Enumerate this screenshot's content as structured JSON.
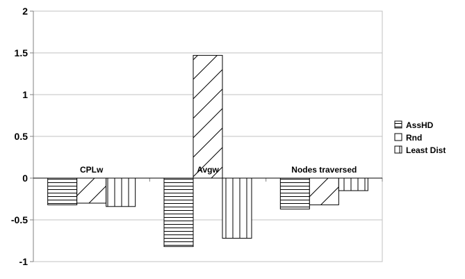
{
  "chart_data": {
    "type": "bar",
    "categories": [
      "CPLw",
      "Avgw",
      "Nodes traversed"
    ],
    "series": [
      {
        "name": "AssHD",
        "values": [
          -0.32,
          -0.82,
          -0.37
        ],
        "pattern": "horizontal"
      },
      {
        "name": "Rnd",
        "values": [
          -0.3,
          1.47,
          -0.32
        ],
        "pattern": "diagonal"
      },
      {
        "name": "Least Dist",
        "values": [
          -0.34,
          -0.72,
          -0.15
        ],
        "pattern": "vertical"
      }
    ],
    "ylim": [
      -1,
      2
    ],
    "yticks": [
      2,
      1.5,
      1,
      0.5,
      0,
      -0.5,
      -1
    ],
    "ytick_labels": [
      "2",
      "1.5",
      "1",
      "0.5",
      "0",
      "-0.5",
      "-1"
    ],
    "grid": true,
    "legend_position": "right",
    "category_label_position": "above zero line",
    "colors": {
      "bar_stroke": "#000000",
      "bar_fill": "#ffffff",
      "grid": "#c0c0c0",
      "axis": "#808080"
    }
  }
}
